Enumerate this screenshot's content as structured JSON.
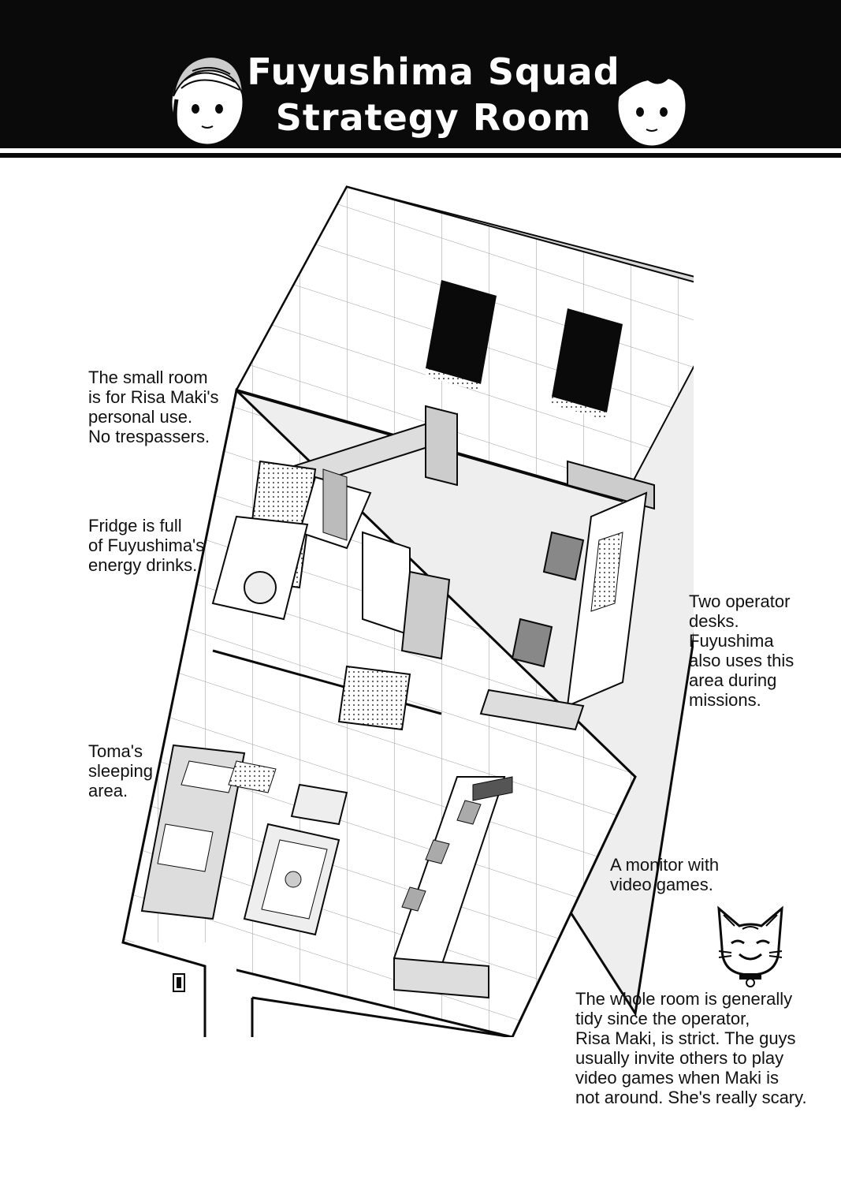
{
  "header": {
    "title_line1": "Fuyushima Squad",
    "title_line2": "Strategy Room",
    "background_color": "#0a0a0a",
    "text_color": "#ffffff"
  },
  "annotations": {
    "small_room": "The small room\nis for Risa Maki's\npersonal use.\nNo trespassers.",
    "fridge": "Fridge is full\nof Fuyushima's\nenergy drinks.",
    "operator_desks": "Two operator\ndesks.\nFuyushima\nalso uses this\narea during\nmissions.",
    "sleeping_area": "Toma's\nsleeping\narea.",
    "monitor": "A monitor with\nvideo games.",
    "tidy_room": "The whole room is generally\ntidy since the operator,\nRisa Maki, is strict. The guys\nusually invite others to play\nvideo games when Maki is\nnot around. She's really scary."
  },
  "icons": {
    "left_portrait": "dreadlocks-character-face-icon",
    "right_portrait": "short-hair-character-face-icon",
    "mascot": "smiling-cat-icon",
    "floor_plan": "isometric-room-floor-plan"
  }
}
